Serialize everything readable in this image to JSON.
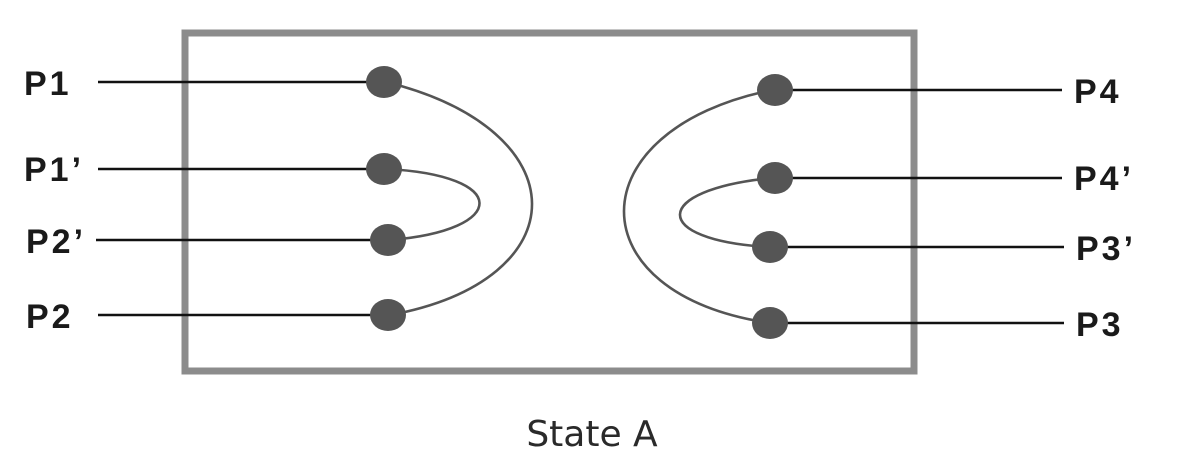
{
  "diagram": {
    "caption": "State A",
    "left_ports": [
      {
        "id": "p1",
        "label": "P1"
      },
      {
        "id": "p1-prime",
        "label": "P1’"
      },
      {
        "id": "p2-prime",
        "label": "P2’"
      },
      {
        "id": "p2",
        "label": "P2"
      }
    ],
    "right_ports": [
      {
        "id": "p4",
        "label": "P4"
      },
      {
        "id": "p4-prime",
        "label": "P4’"
      },
      {
        "id": "p3-prime",
        "label": "P3’"
      },
      {
        "id": "p3",
        "label": "P3"
      }
    ],
    "connections": [
      {
        "from": "P1",
        "to": "P2"
      },
      {
        "from": "P1’",
        "to": "P2’"
      },
      {
        "from": "P4",
        "to": "P3"
      },
      {
        "from": "P4’",
        "to": "P3’"
      }
    ],
    "colors": {
      "frame": "#8c8c8c",
      "dot": "#555555",
      "lead": "#111111",
      "loop": "#555555"
    }
  }
}
